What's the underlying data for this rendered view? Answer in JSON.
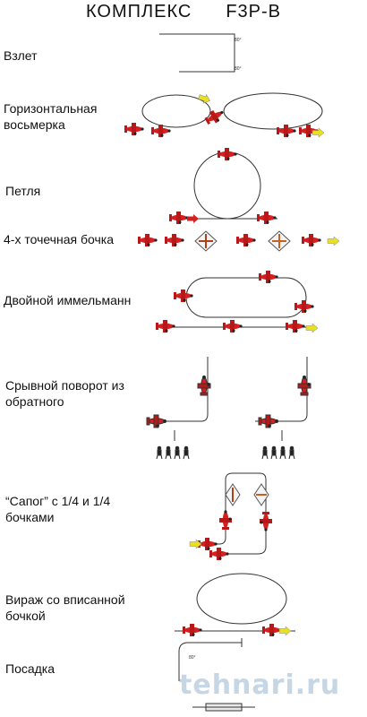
{
  "header": {
    "title": "КОМПЛЕКС",
    "code": "F3P-B"
  },
  "maneuvers": [
    {
      "label": "Взлет"
    },
    {
      "label": "Горизонтальная восьмерка"
    },
    {
      "label": "Петля"
    },
    {
      "label": "4-х точечная бочка"
    },
    {
      "label": "Двойной иммельманн"
    },
    {
      "label": "Срывной поворот из обратного"
    },
    {
      "label": "“Сапог” с 1/4 и 1/4 бочками"
    },
    {
      "label": "Вираж со вписанной бочкой"
    },
    {
      "label": "Посадка"
    }
  ],
  "markers": {
    "angle": "80°"
  },
  "watermark": "tehnari.ru",
  "colors": {
    "plane": "#d42020",
    "arrow": "#e8e020",
    "arrow_dark": "#b04018",
    "line": "#333333"
  }
}
